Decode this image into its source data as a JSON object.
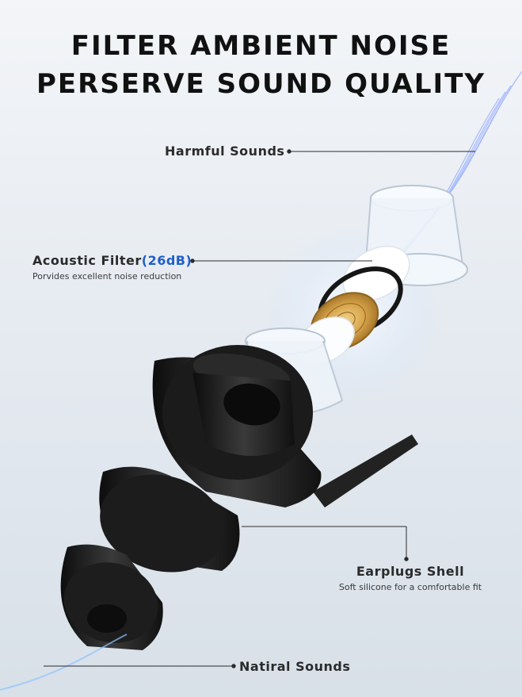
{
  "headline": {
    "line1": "FILTER AMBIENT NOISE",
    "line2": "PERSERVE SOUND QUALITY"
  },
  "callouts": {
    "harmful": {
      "title": "Harmful Sounds"
    },
    "acoustic": {
      "title": "Acoustic Filter",
      "highlight": "(26dB)",
      "subtitle": "Porvides excellent noise reduction"
    },
    "shell": {
      "title": "Earplugs Shell",
      "subtitle": "Soft silicone for a comfortable fit"
    },
    "natural": {
      "title": "Natiral Sounds"
    }
  },
  "colors": {
    "accent": "#1f5fc9",
    "headline": "#111111",
    "earplug_body": "#1a1a1a",
    "filter_ring_gold": "#d9a84a"
  }
}
